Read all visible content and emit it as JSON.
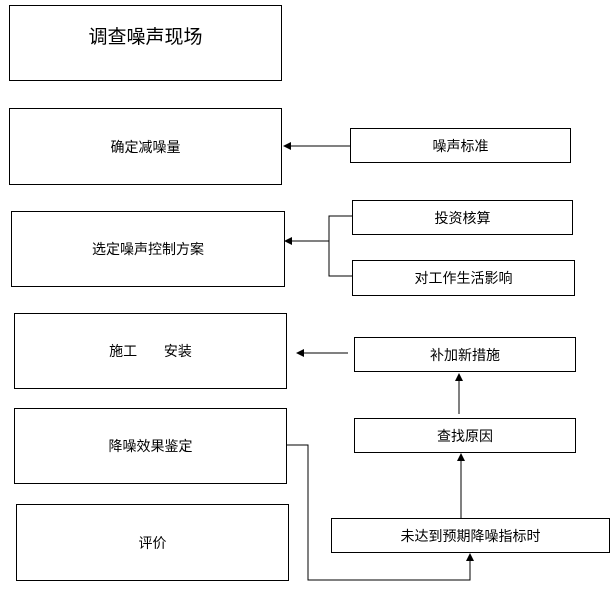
{
  "steps": {
    "survey": "调查噪声现场",
    "determine": "确定减噪量",
    "select": "选定噪声控制方案",
    "construct": "施工      安装",
    "assess": "降噪效果鉴定",
    "evaluate": "评价"
  },
  "inputs": {
    "noise_standard": "噪声标准",
    "investment": "投资核算",
    "impact": "对工作生活影响",
    "supplement": "补加新措施",
    "find_cause": "查找原因",
    "not_reached": "未达到预期降噪指标时"
  }
}
